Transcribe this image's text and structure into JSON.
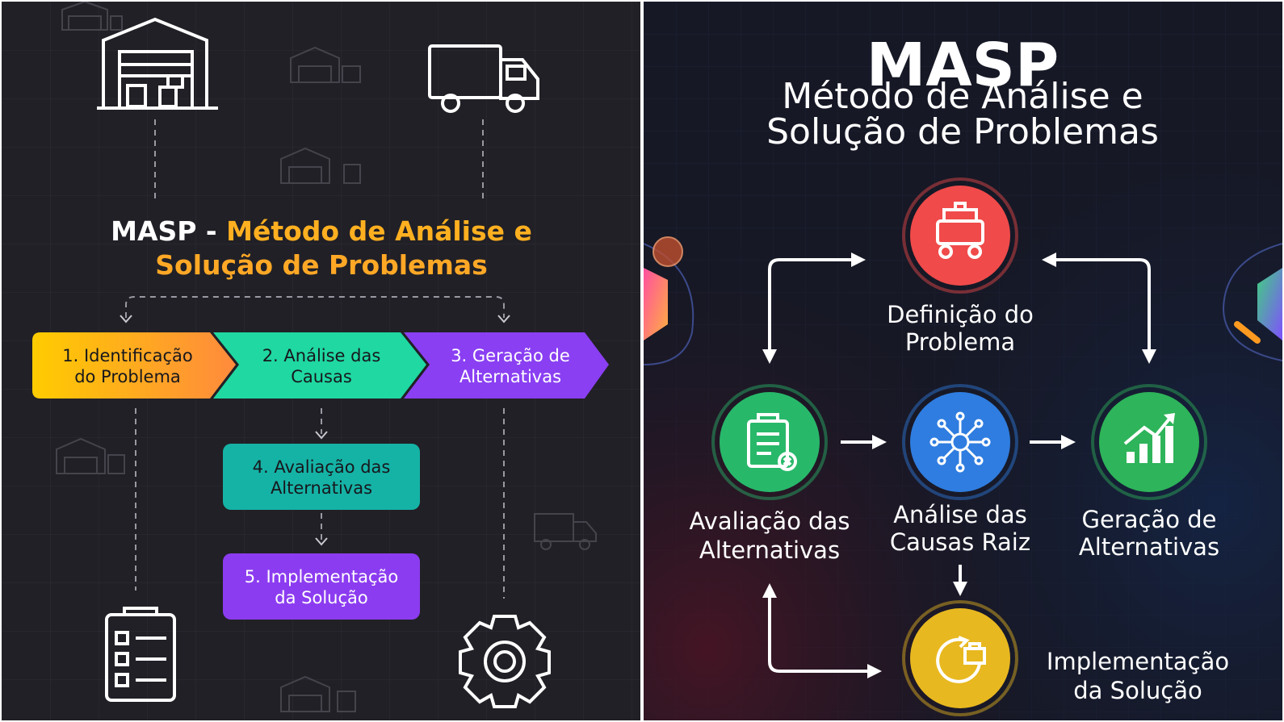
{
  "left": {
    "title_prefix": "MASP - ",
    "title_highlight_line1": "Método de Análise e",
    "title_highlight_line2": "Solução de Problemas",
    "steps": [
      {
        "line1": "1. Identificação",
        "line2": "do Problema"
      },
      {
        "line1": "2. Análise das",
        "line2": "Causas"
      },
      {
        "line1": "3. Geração de",
        "line2": "Alternativas"
      },
      {
        "line1": "4. Avaliação das",
        "line2": "Alternativas"
      },
      {
        "line1": "5. Implementação",
        "line2": "da Solução"
      }
    ],
    "colors": {
      "step1": [
        "#ffcc00",
        "#ff8a3d"
      ],
      "step2": "#1fd8a2",
      "step3": "#8a3ff2",
      "step4": "#15b3a6",
      "step5": "#8c3cf0",
      "title_white": "#ffffff",
      "title_orange": "#ffb020"
    },
    "icons": [
      "warehouse-icon",
      "truck-icon",
      "clipboard-icon",
      "gear-icon"
    ]
  },
  "right": {
    "title": "MASP",
    "subtitle_line1": "Método de Análise e",
    "subtitle_line2": "Solução de Problemas",
    "nodes": {
      "definicao": {
        "line1": "Definição do",
        "line2": "Problema",
        "color": "#f04a4a",
        "icon": "cart-icon"
      },
      "avaliacao": {
        "line1": "Avaliação das",
        "line2": "Alternativas",
        "color": "#28b86a",
        "icon": "clipboard-icon"
      },
      "analise": {
        "line1": "Análise das",
        "line2": "Causas Raiz",
        "color": "#2f7de0",
        "icon": "network-icon"
      },
      "geracao": {
        "line1": "Geração de",
        "line2": "Alternativas",
        "color": "#2eb45a",
        "icon": "growth-chart-icon"
      },
      "implementacao": {
        "line1": "Implementação",
        "line2": "da Solução",
        "color": "#e8b820",
        "icon": "refresh-box-icon"
      }
    }
  }
}
